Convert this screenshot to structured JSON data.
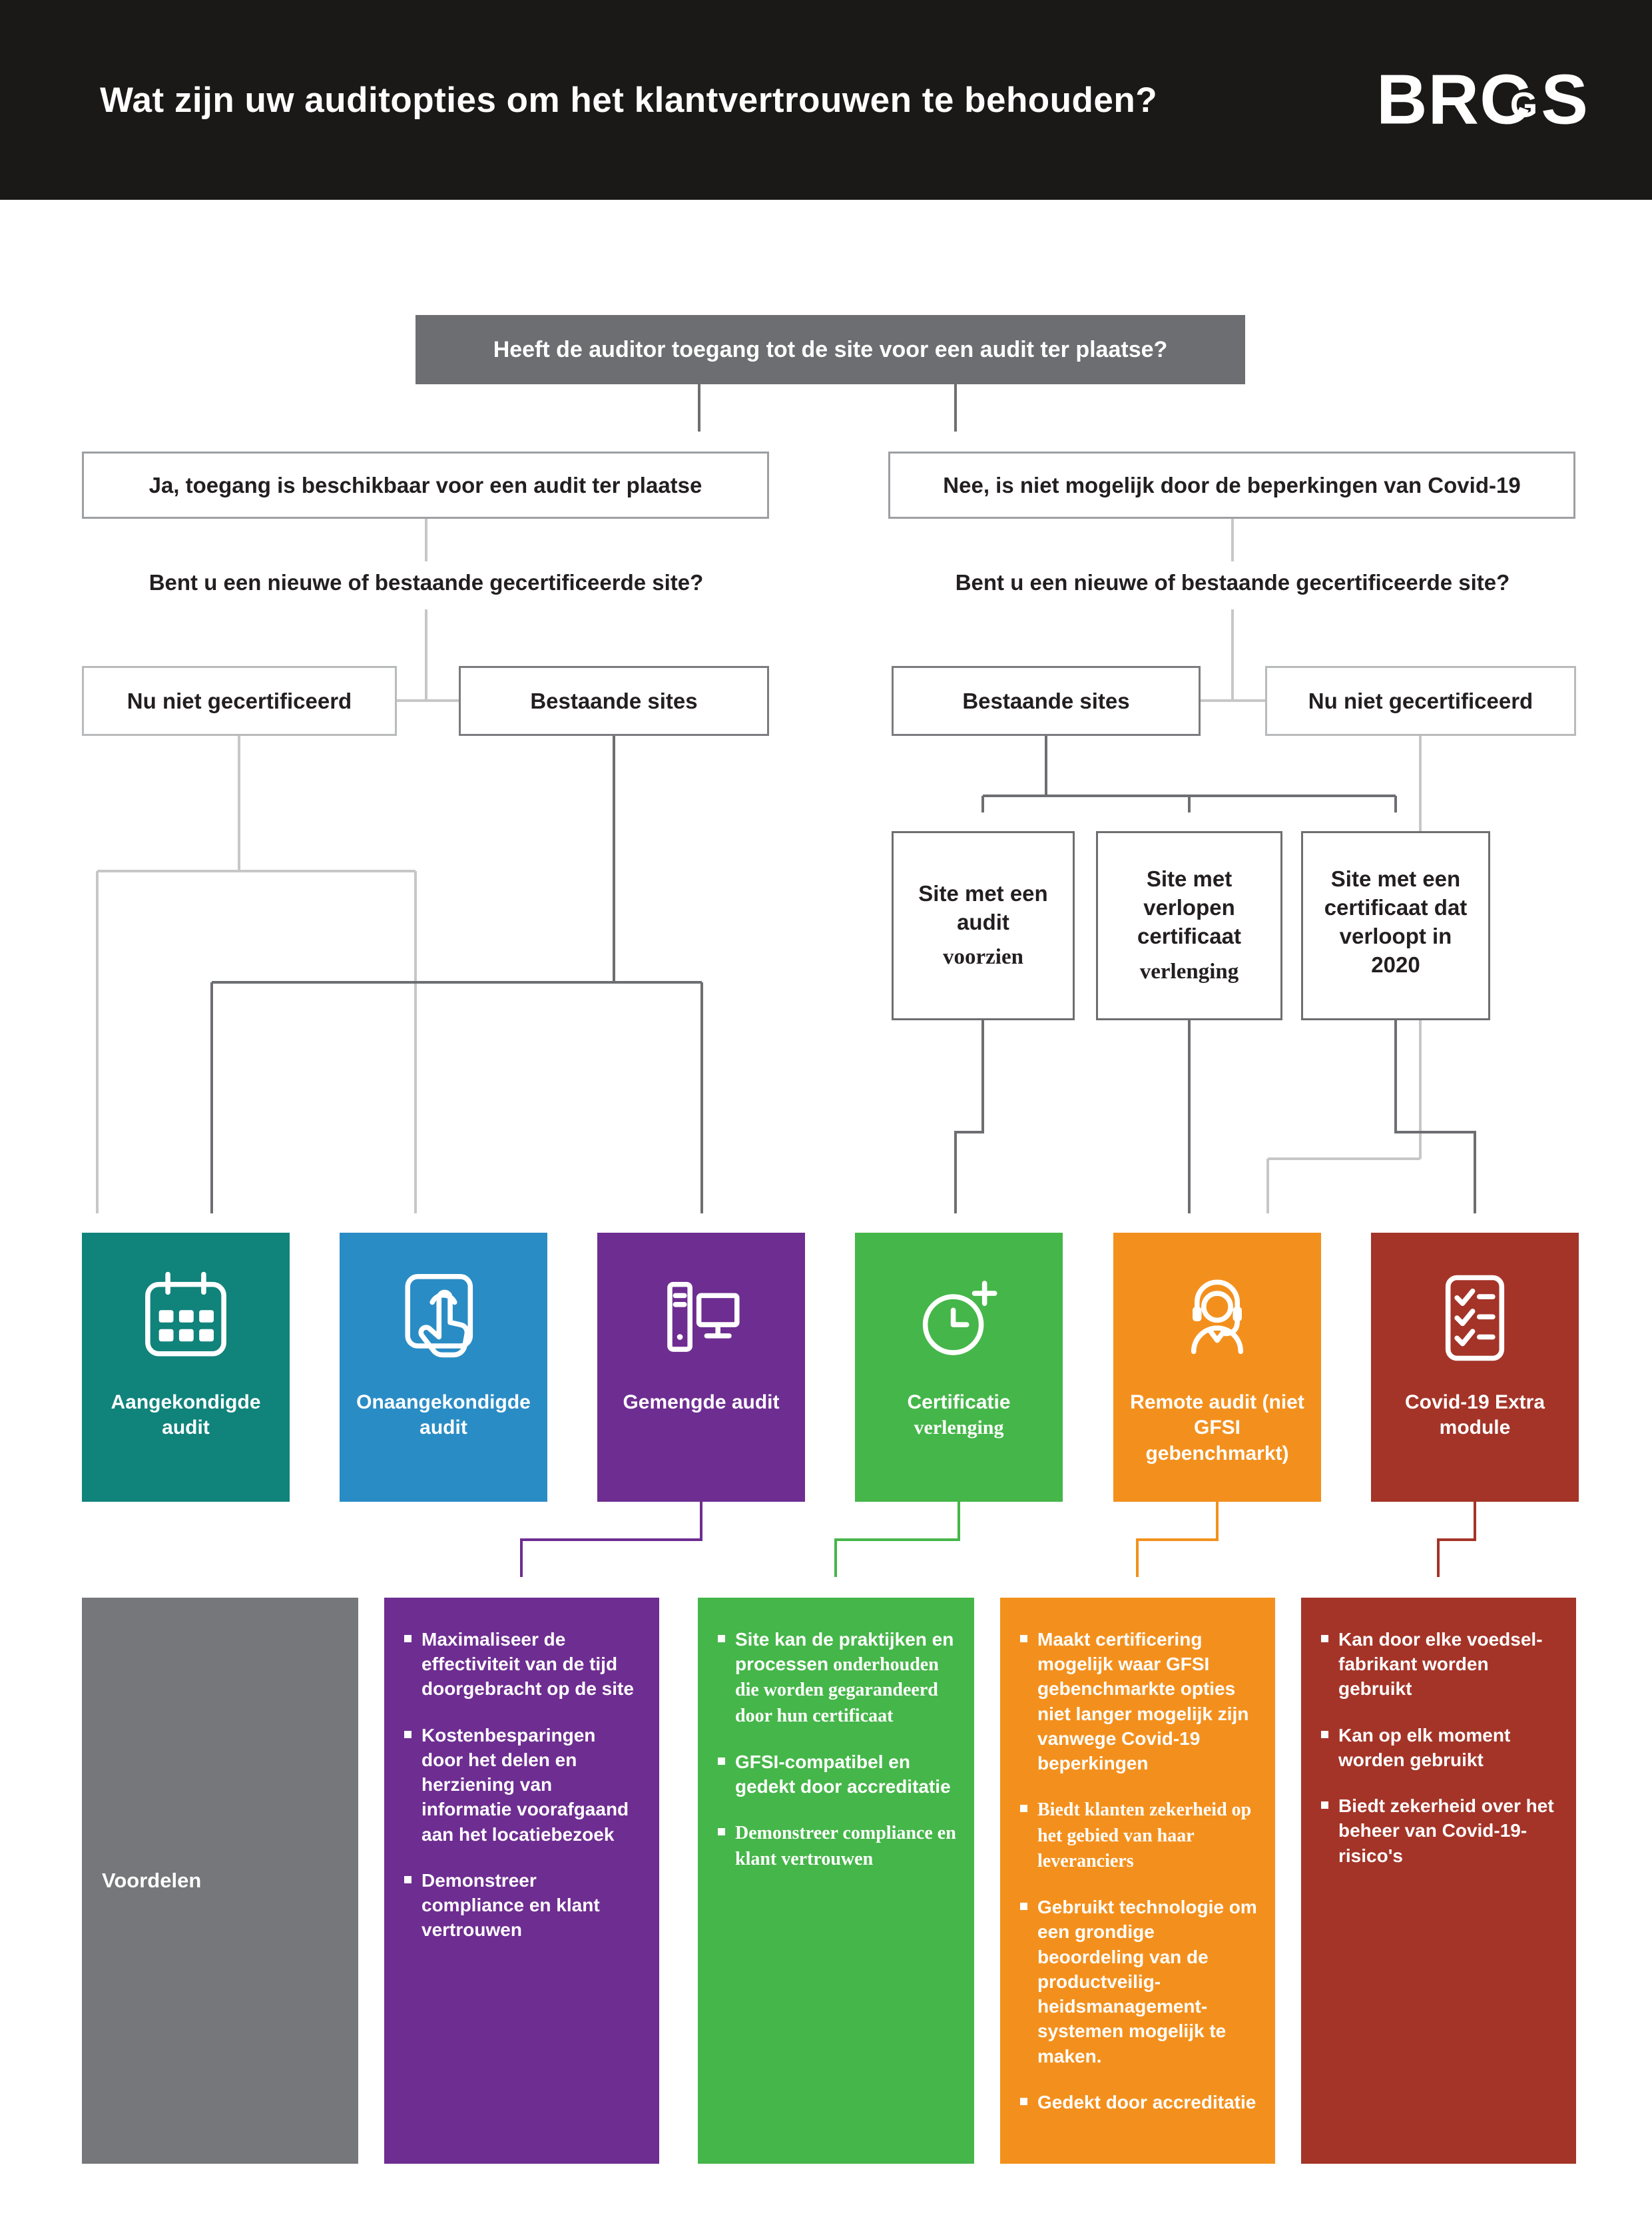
{
  "header": {
    "title": "Wat zijn uw auditopties om het klantvertrouwen te behouden?",
    "logo_parts": {
      "p1": "BR",
      "p2": "C",
      "p3": "G",
      "p4": "S"
    }
  },
  "colors": {
    "teal": "#10837b",
    "blue": "#2a8cc5",
    "purple": "#6e2d91",
    "green": "#45b649",
    "orange": "#f3901d",
    "red": "#a43428",
    "dark_connector": "#6d6e71",
    "light_connector": "#c7c7c7",
    "header_bg": "#1b1818",
    "question_box_bg": "#6d6e71",
    "benefits_gray": "#76777a"
  },
  "flow": {
    "root_question": "Heeft de auditor toegang tot de site voor een audit ter plaatse?",
    "answer_yes": "Ja, toegang  is beschikbaar voor een audit ter plaatse",
    "answer_no": "Nee, is niet mogelijk door de beperkingen van Covid-19",
    "sub_question_left": "Bent u een nieuwe of bestaande gecertificeerde site?",
    "sub_question_right": "Bent u een nieuwe of bestaande gecertificeerde site?",
    "left_not_certified": "Nu niet gecertificeerd",
    "left_existing": "Bestaande sites",
    "right_existing": "Bestaande sites",
    "right_not_certified": "Nu niet gecertificeerd",
    "site_boxes": [
      {
        "text": "Site met een audit",
        "serif_text": "voorzien"
      },
      {
        "text": "Site met verlopen certificaat",
        "serif_text": "verlenging"
      },
      {
        "text": "Site met een certificaat dat verloopt in 2020",
        "serif_text": ""
      }
    ]
  },
  "cards": [
    {
      "label": "Aangekondigde audit",
      "icon": "calendar-icon",
      "color": "#10837b"
    },
    {
      "label": "Onaangekondigde audit",
      "icon": "touch-icon",
      "color": "#2a8cc5"
    },
    {
      "label": "Gemengde audit",
      "icon": "computer-icon",
      "color": "#6e2d91"
    },
    {
      "label": "Certificatie",
      "label_serif": "verlenging",
      "icon": "clock-plus-icon",
      "color": "#45b649"
    },
    {
      "label": "Remote audit (niet GFSI gebenchmarkt)",
      "icon": "headset-icon",
      "color": "#f3901d"
    },
    {
      "label": "Covid-19 Extra module",
      "icon": "checklist-icon",
      "color": "#a43428"
    }
  ],
  "benefits": {
    "row_label": "Voordelen",
    "row_label_bg": "#76777a",
    "columns": [
      {
        "color": "#6e2d91",
        "items": [
          {
            "text": "Maximaliseer de effectiviteit van de tijd doorgebracht op de site"
          },
          {
            "text": "Kostenbesparingen door het delen en herziening van informatie voorafgaand aan het locatiebezoek"
          },
          {
            "text": "Demonstreer compliance en klant vertrouwen"
          }
        ]
      },
      {
        "color": "#45b649",
        "items": [
          {
            "text": "Site kan  de praktijken en processen",
            "serif_text": "onderhouden die worden gegarandeerd door hun certificaat"
          },
          {
            "text": "GFSI-compatibel en gedekt door accreditatie"
          },
          {
            "serif_text": "Demonstreer compliance en klant vertrouwen"
          }
        ]
      },
      {
        "color": "#f3901d",
        "items": [
          {
            "text": "Maakt certificering mogelijk waar GFSI gebenchmarkte opties niet langer mogelijk zijn vanwege Covid-19 beperkingen"
          },
          {
            "serif_text": "Biedt klanten zekerheid op het gebied van haar leveranciers"
          },
          {
            "text": "Gebruikt technologie om een grondige beoordeling van de productveilig-heidsmanagement-systemen mogelijk  te maken."
          },
          {
            "text": "Gedekt door accreditatie"
          }
        ]
      },
      {
        "color": "#a43428",
        "items": [
          {
            "text": "Kan door elke voedsel-fabrikant worden gebruikt"
          },
          {
            "text": "Kan op elk moment worden gebruikt"
          },
          {
            "text": "Biedt zekerheid over het beheer van Covid-19-risico's"
          }
        ]
      }
    ]
  }
}
